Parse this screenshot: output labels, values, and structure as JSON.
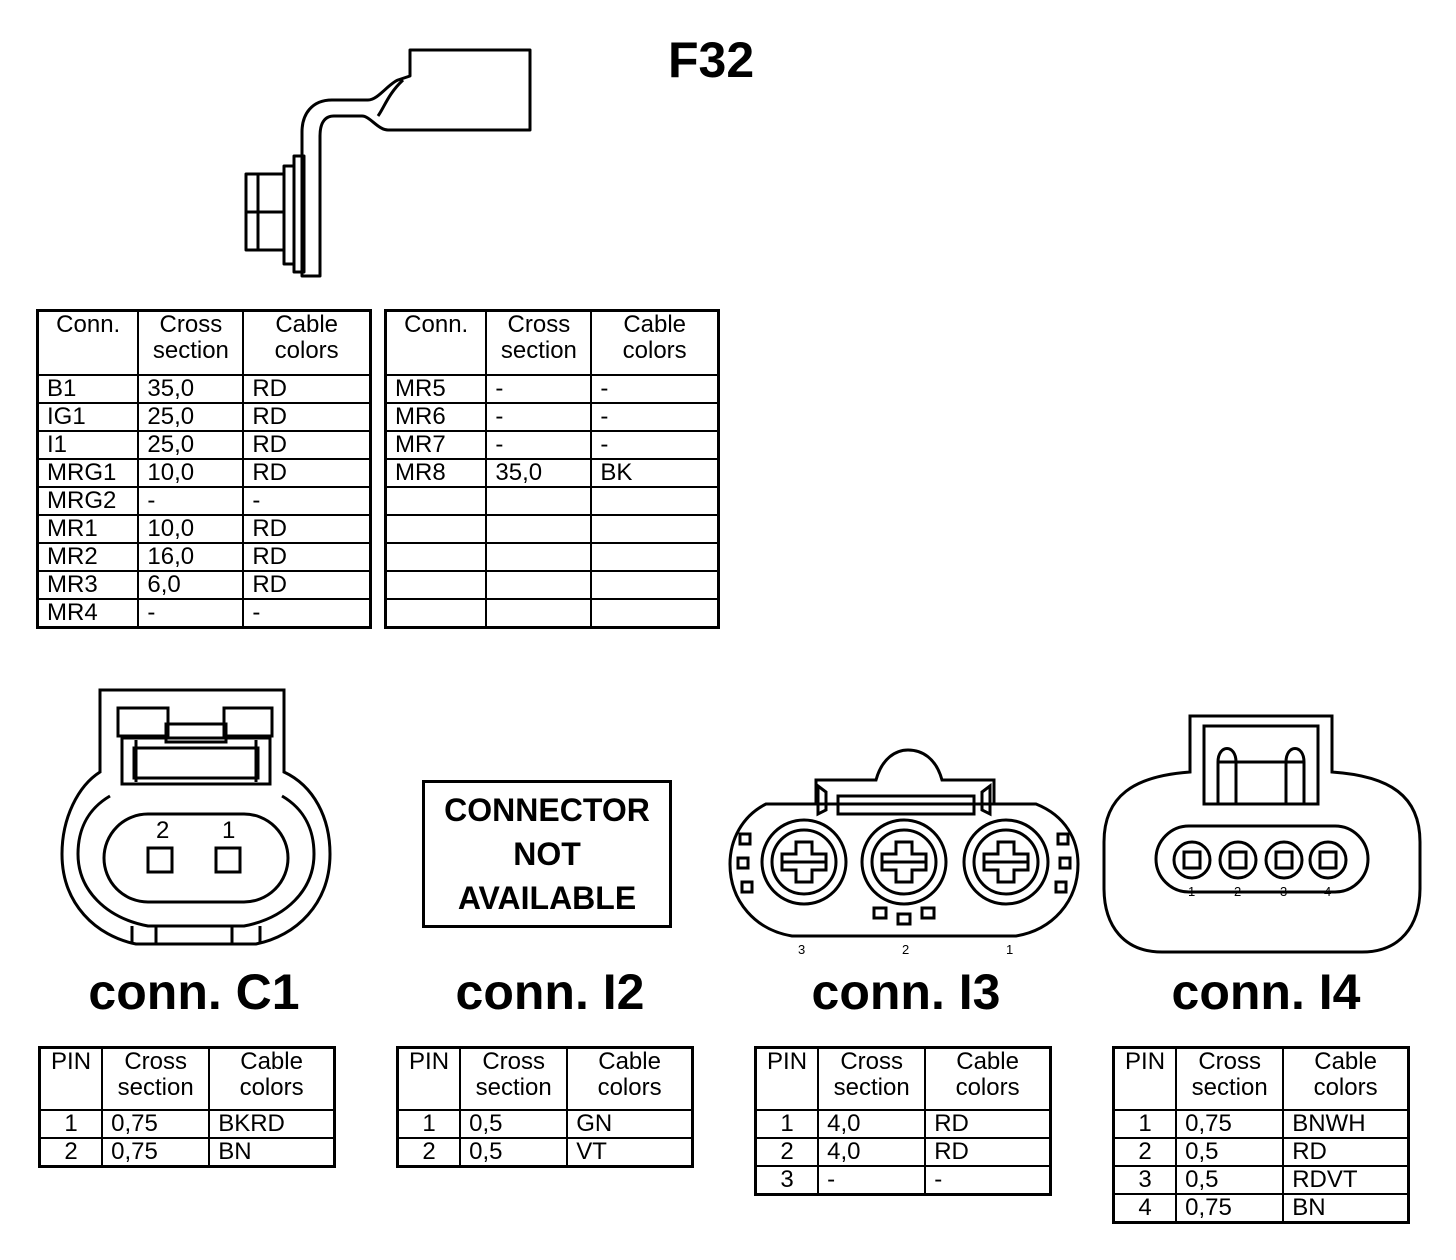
{
  "title": "F32",
  "headers": {
    "conn": "Conn.",
    "pin": "PIN",
    "cross_section": [
      "Cross",
      "section"
    ],
    "cable_colors": [
      "Cable",
      "colors"
    ]
  },
  "main_tables": [
    {
      "rows": [
        [
          "B1",
          "35,0",
          "RD"
        ],
        [
          "IG1",
          "25,0",
          "RD"
        ],
        [
          "I1",
          "25,0",
          "RD"
        ],
        [
          "MRG1",
          "10,0",
          "RD"
        ],
        [
          "MRG2",
          "-",
          "-"
        ],
        [
          "MR1",
          "10,0",
          "RD"
        ],
        [
          "MR2",
          "16,0",
          "RD"
        ],
        [
          "MR3",
          "6,0",
          "RD"
        ],
        [
          "MR4",
          "-",
          "-"
        ]
      ]
    },
    {
      "rows": [
        [
          "MR5",
          "-",
          "-"
        ],
        [
          "MR6",
          "-",
          "-"
        ],
        [
          "MR7",
          "-",
          "-"
        ],
        [
          "MR8",
          "35,0",
          "BK"
        ],
        [
          "",
          "",
          ""
        ],
        [
          "",
          "",
          ""
        ],
        [
          "",
          "",
          ""
        ],
        [
          "",
          "",
          ""
        ],
        [
          "",
          "",
          ""
        ]
      ]
    }
  ],
  "connectors": [
    {
      "label": "conn. C1",
      "pin_numbers": [
        "2",
        "1"
      ],
      "rows": [
        [
          "1",
          "0,75",
          "BKRD"
        ],
        [
          "2",
          "0,75",
          "BN"
        ]
      ]
    },
    {
      "label": "conn. I2",
      "not_available": [
        "CONNECTOR",
        "NOT",
        "AVAILABLE"
      ],
      "rows": [
        [
          "1",
          "0,5",
          "GN"
        ],
        [
          "2",
          "0,5",
          "VT"
        ]
      ]
    },
    {
      "label": "conn. I3",
      "pin_numbers": [
        "3",
        "2",
        "1"
      ],
      "rows": [
        [
          "1",
          "4,0",
          "RD"
        ],
        [
          "2",
          "4,0",
          "RD"
        ],
        [
          "3",
          "-",
          "-"
        ]
      ]
    },
    {
      "label": "conn. I4",
      "pin_numbers": [
        "1",
        "2",
        "3",
        "4"
      ],
      "rows": [
        [
          "1",
          "0,75",
          "BNWH"
        ],
        [
          "2",
          "0,5",
          "RD"
        ],
        [
          "3",
          "0,5",
          "RDVT"
        ],
        [
          "4",
          "0,75",
          "BN"
        ]
      ]
    }
  ]
}
